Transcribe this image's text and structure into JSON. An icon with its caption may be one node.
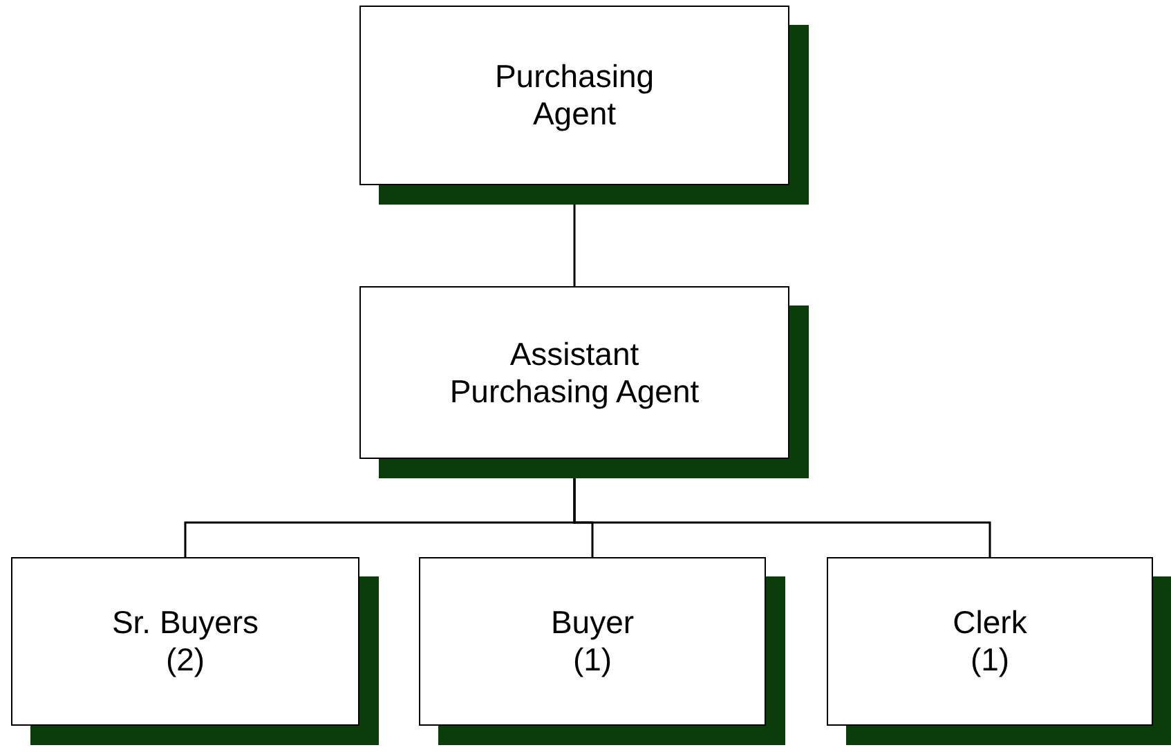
{
  "diagram": {
    "nodes": [
      {
        "text": [
          "Purchasing Agent"
        ]
      },
      {
        "text": [
          "Assistant Purchasing Agent"
        ]
      },
      {
        "text": [
          "Sr. Buyers",
          "(2)"
        ]
      },
      {
        "text": [
          "Buyer",
          "(1)"
        ]
      },
      {
        "text": [
          "Clerk",
          "(1)"
        ]
      }
    ],
    "edges": [
      {
        "from": 0,
        "to": 1,
        "arrow": "none"
      },
      {
        "from": 1,
        "to": 2,
        "arrow": "none"
      },
      {
        "from": 1,
        "to": 3,
        "arrow": "none"
      },
      {
        "from": 1,
        "to": 4,
        "arrow": "none"
      }
    ]
  }
}
